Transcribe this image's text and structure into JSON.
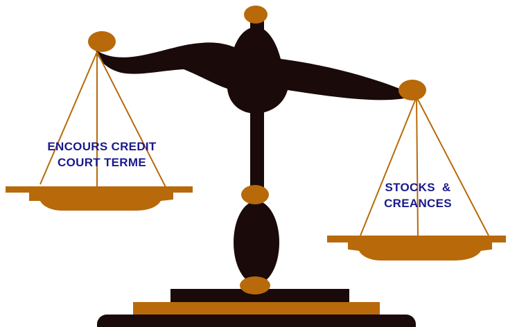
{
  "colors": {
    "beam": "#1a0a0a",
    "brass": "#b8690a",
    "text": "#1a1a8c",
    "background": "#ffffff"
  },
  "left_pan": {
    "label_lines": [
      "ENCOURS CREDIT",
      "COURT TERME"
    ]
  },
  "right_pan": {
    "label_lines": [
      "STOCKS  &",
      "CREANCES"
    ]
  }
}
